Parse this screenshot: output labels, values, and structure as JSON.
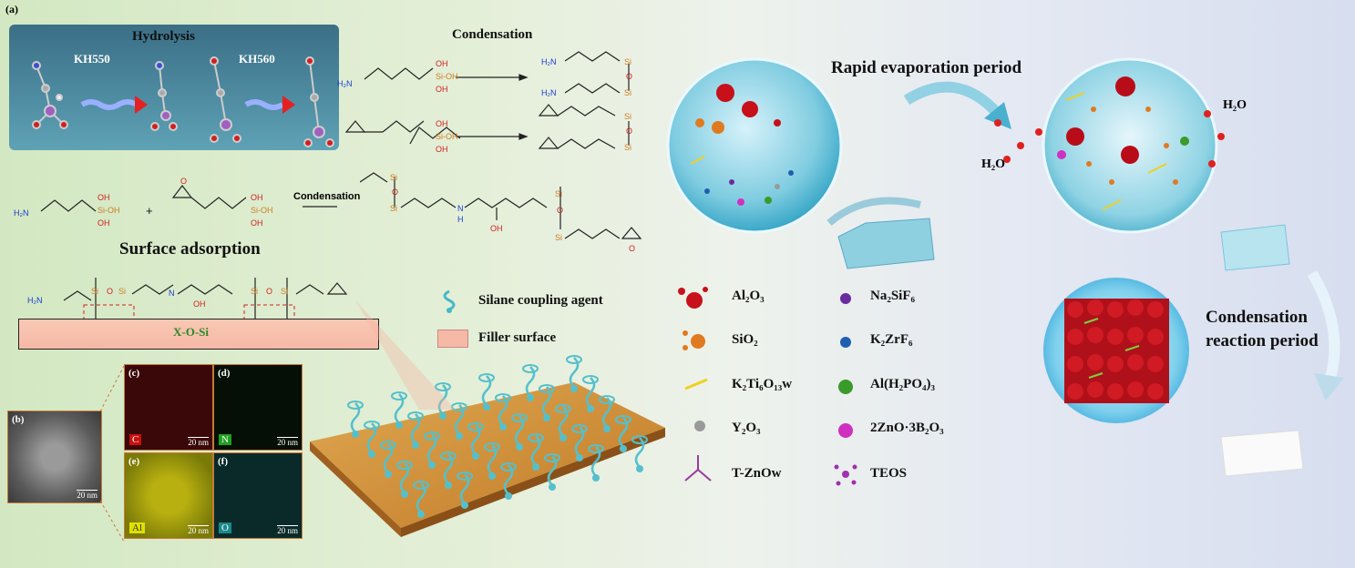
{
  "panel_labels": {
    "a": "(a)",
    "b": "(b)",
    "c": "(c)",
    "d": "(d)",
    "e": "(e)",
    "f": "(f)"
  },
  "hydrolysis": {
    "title": "Hydrolysis",
    "kh550": "KH550",
    "kh560": "KH560"
  },
  "condensation": {
    "title": "Condensation",
    "arrow_label": "Condensation"
  },
  "surface": {
    "title": "Surface adsorption",
    "xosi": "X-O-Si"
  },
  "chem_labels": {
    "h2n": "H₂N",
    "oh": "OH",
    "si": "Si",
    "si_oh": "Si-OH",
    "o": "O",
    "n": "N",
    "h": "H",
    "plus": "+"
  },
  "key": {
    "silane": "Silane coupling agent",
    "filler": "Filler surface"
  },
  "eds": {
    "c": "C",
    "n": "N",
    "al": "Al",
    "o": "O",
    "scale": "20 nm"
  },
  "sem_scale": "20 nm",
  "legend": {
    "al2o3": "Al₂O₃",
    "sio2": "SiO₂",
    "k2ti6o13w": "K₂Ti₆O₁₃w",
    "y2o3": "Y₂O₃",
    "tznow": "T-ZnOw",
    "na2sif6": "Na₂SiF₆",
    "k2zrf6": "K₂ZrF₆",
    "alh2po4": "Al(H₂PO₄)₃",
    "znob": "2ZnO·3B₂O₃",
    "teos": "TEOS"
  },
  "process": {
    "rapid": "Rapid evaporation period",
    "cond1": "Condensation",
    "cond2": "reaction period",
    "h2o": "H₂O"
  },
  "colors": {
    "al2o3": "#c8101a",
    "sio2": "#e07a20",
    "y2o3": "#9a9a9a",
    "na2sif6": "#6a2aa0",
    "k2zrf6": "#1f5fb0",
    "alh2po4": "#3a9a2a",
    "znob": "#d030c0",
    "tzno": "#9a3aa0",
    "k2ti": "#f0d020",
    "teos": "#a030b0"
  }
}
